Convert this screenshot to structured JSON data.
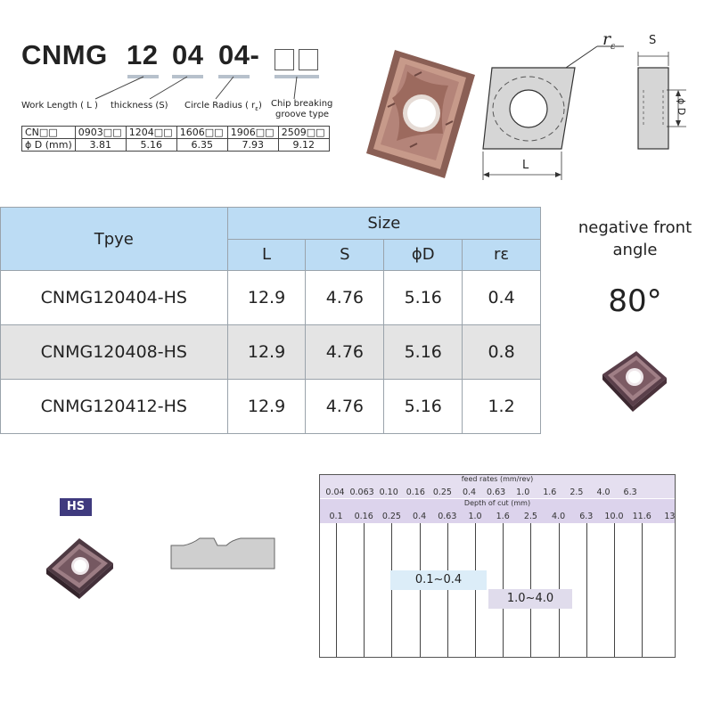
{
  "code": {
    "prefix": "CNMG",
    "length_code": "12",
    "thickness_code": "04",
    "radius_code": "04-"
  },
  "labels": {
    "work_length": "Work Length ( L )",
    "thickness": "thickness (S)",
    "circle_radius": "Circle Radius ( r",
    "circle_radius_sub": "ε",
    "circle_radius_end": ")",
    "chip_breaking_1": "Chip breaking",
    "chip_breaking_2": "groove type"
  },
  "size_table": {
    "header_label": "CN□□",
    "row_label": "ϕ D (mm)",
    "codes": [
      "0903□□",
      "1204□□",
      "1606□□",
      "1906□□",
      "2509□□"
    ],
    "diameters": [
      "3.81",
      "5.16",
      "6.35",
      "7.93",
      "9.12"
    ]
  },
  "diagram": {
    "r_label": "r",
    "r_sub": "ε",
    "s_label": "S",
    "l_label": "L",
    "d_label": "ϕ D"
  },
  "main_table": {
    "type_header": "Tpye",
    "size_header": "Size",
    "columns": [
      "L",
      "S",
      "ϕD",
      "rε"
    ],
    "rows": [
      {
        "type": "CNMG120404-HS",
        "L": "12.9",
        "S": "4.76",
        "D": "5.16",
        "r": "0.4"
      },
      {
        "type": "CNMG120408-HS",
        "L": "12.9",
        "S": "4.76",
        "D": "5.16",
        "r": "0.8"
      },
      {
        "type": "CNMG120412-HS",
        "L": "12.9",
        "S": "4.76",
        "D": "5.16",
        "r": "1.2"
      }
    ]
  },
  "side": {
    "angle_label_1": "negative front",
    "angle_label_2": "angle",
    "angle_value": "80°"
  },
  "groove": {
    "badge": "HS"
  },
  "chart": {
    "feed_title": "feed rates",
    "feed_unit": "(mm/rev)",
    "feed_ticks": [
      "0.04",
      "0.063",
      "0.10",
      "0.16",
      "0.25",
      "0.4",
      "0.63",
      "1.0",
      "1.6",
      "2.5",
      "4.0",
      "6.3"
    ],
    "depth_title": "Depth of cut (mm)",
    "depth_ticks": [
      "0.1",
      "0.16",
      "0.25",
      "0.4",
      "0.63",
      "1.0",
      "1.6",
      "2.5",
      "4.0",
      "6.3",
      "10.0",
      "11.6",
      "13"
    ],
    "feed_range": "0.1~0.4",
    "depth_range": "1.0~4.0",
    "feed_range_color": "#dcedf8",
    "depth_range_color": "#e0dcec"
  }
}
